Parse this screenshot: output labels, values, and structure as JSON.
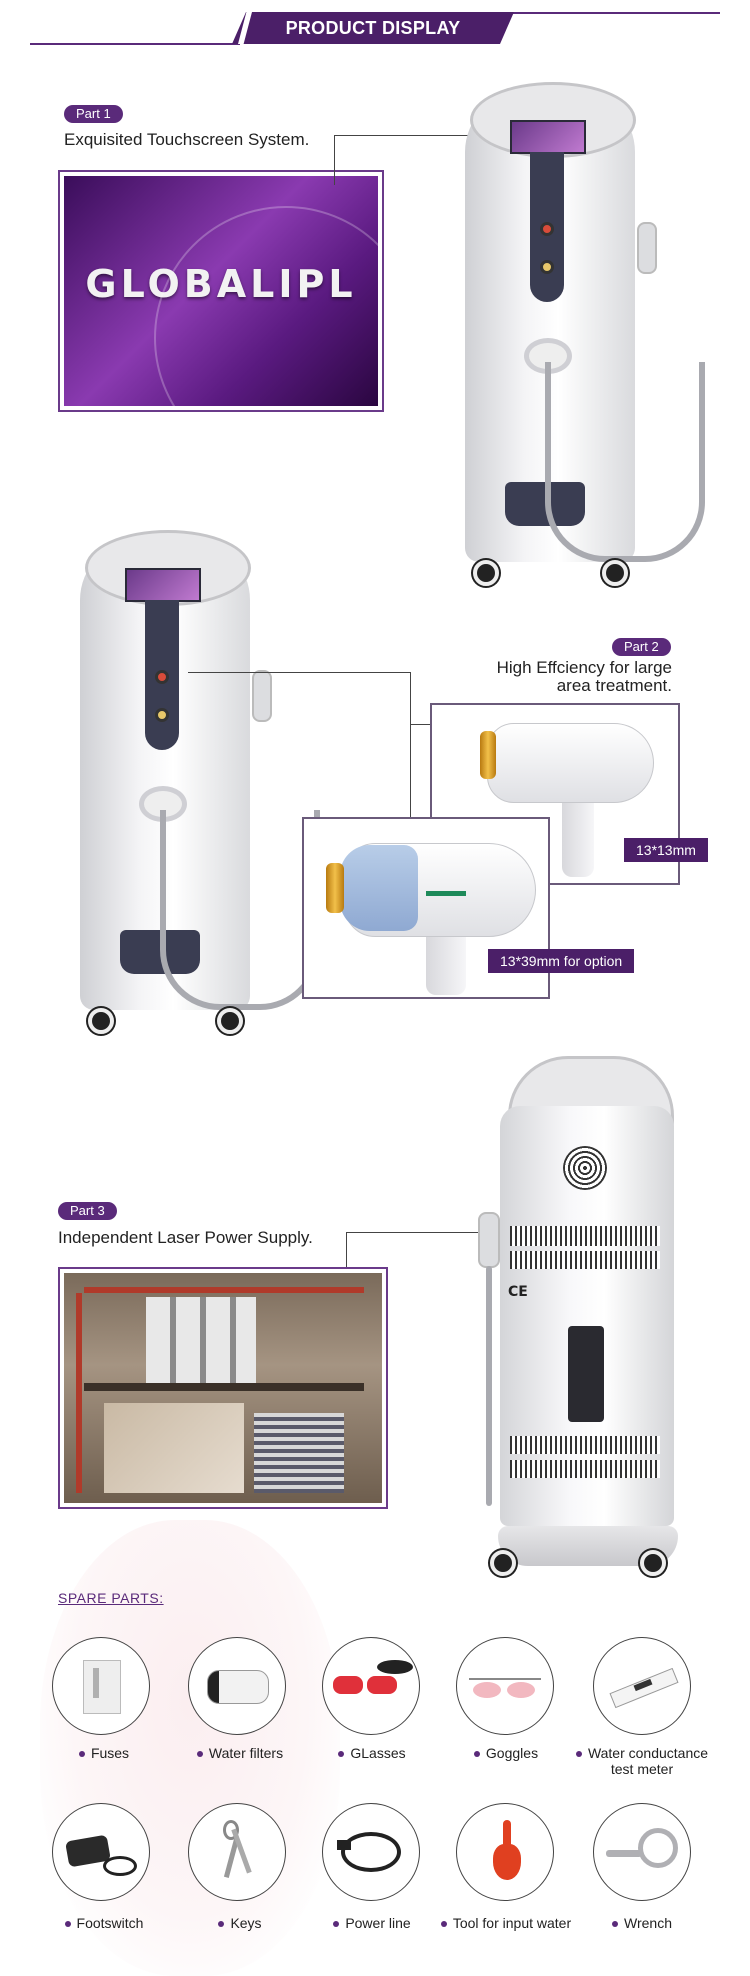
{
  "header": {
    "title": "PRODUCT DISPLAY"
  },
  "part1": {
    "pill": "Part 1",
    "title": "Exquisited Touchscreen System.",
    "logo_text": "GLOBALIPL"
  },
  "part2": {
    "pill": "Part 2",
    "title_line1": "High Effciency for large",
    "title_line2": "area treatment.",
    "tag_small": "13*13mm",
    "tag_large": "13*39mm for option"
  },
  "part3": {
    "pill": "Part 3",
    "title": "Independent Laser Power Supply."
  },
  "spare": {
    "title": "SPARE PARTS:",
    "items": [
      {
        "label": "Fuses",
        "icon": "fuses-icon"
      },
      {
        "label": "Water filters",
        "icon": "water-filter-icon"
      },
      {
        "label": "GLasses",
        "icon": "glasses-icon"
      },
      {
        "label": "Goggles",
        "icon": "goggles-icon"
      },
      {
        "label": "Water conductance test meter",
        "icon": "test-meter-icon"
      },
      {
        "label": "Footswitch",
        "icon": "footswitch-icon"
      },
      {
        "label": "Keys",
        "icon": "keys-icon"
      },
      {
        "label": "Power line",
        "icon": "power-line-icon"
      },
      {
        "label": "Tool for input water",
        "icon": "water-tool-icon"
      },
      {
        "label": "Wrench",
        "icon": "wrench-icon"
      }
    ]
  },
  "colors": {
    "accent": "#5a2a7a",
    "dark": "#4b1f68"
  }
}
